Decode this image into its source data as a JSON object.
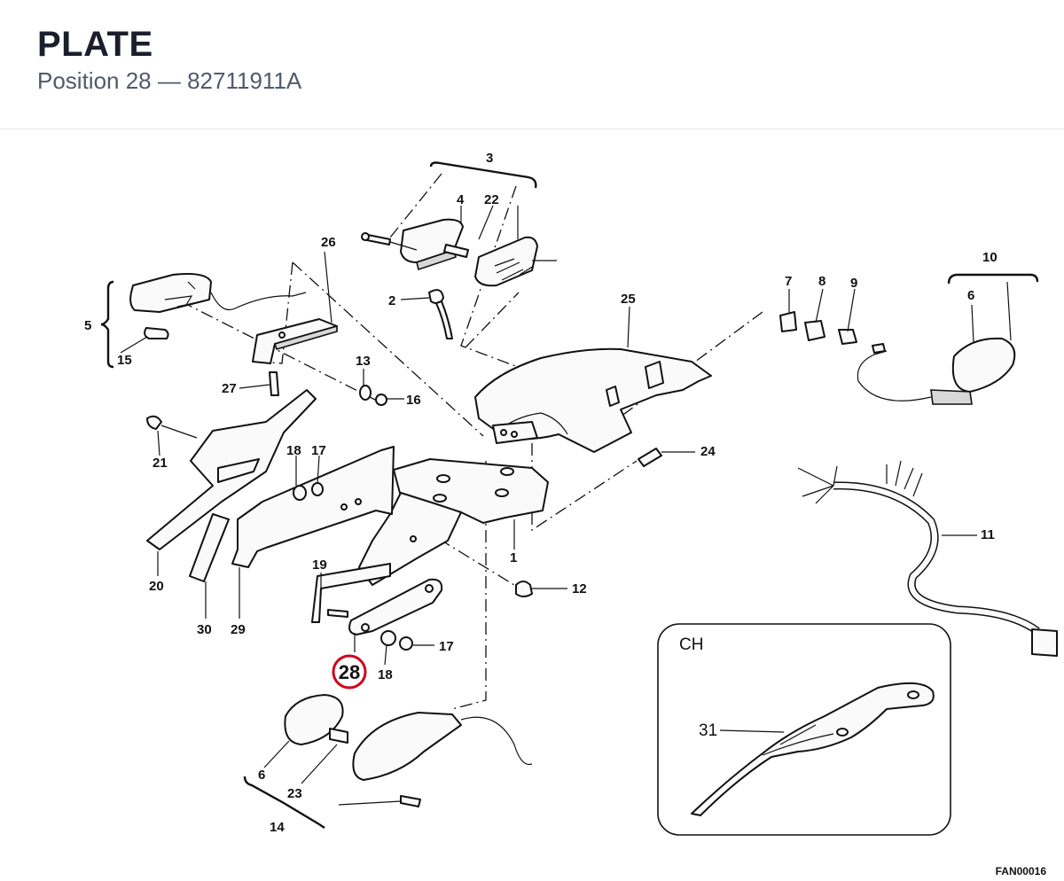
{
  "header": {
    "title": "PLATE",
    "subtitle": "Position 28 — 82711911A"
  },
  "diagram": {
    "highlight_label": "28",
    "highlight_color": "#d0021b",
    "detail_box_title": "CH",
    "drawing_code": "FAN00016",
    "callouts": {
      "c1": "1",
      "c2": "2",
      "c3": "3",
      "c4": "4",
      "c5": "5",
      "c6a": "6",
      "c6b": "6",
      "c7": "7",
      "c8": "8",
      "c9": "9",
      "c10": "10",
      "c11": "11",
      "c12": "12",
      "c13": "13",
      "c14": "14",
      "c15": "15",
      "c16": "16",
      "c17a": "17",
      "c17b": "17",
      "c18a": "18",
      "c18b": "18",
      "c19": "19",
      "c20": "20",
      "c21": "21",
      "c22": "22",
      "c23": "23",
      "c24": "24",
      "c25": "25",
      "c26": "26",
      "c27": "27",
      "c29": "29",
      "c30": "30",
      "c31": "31"
    }
  }
}
